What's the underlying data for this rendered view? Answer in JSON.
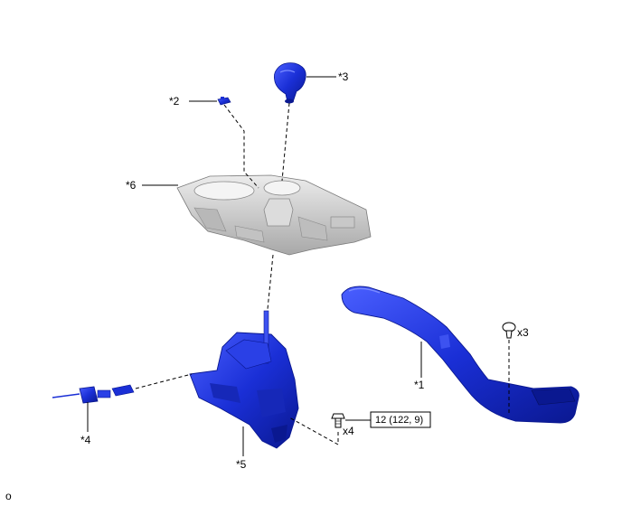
{
  "diagram": {
    "labels": {
      "l1": "*1",
      "l2": "*2",
      "l3": "*3",
      "l4": "*4",
      "l5": "*5",
      "l6": "*6"
    },
    "quantities": {
      "clip_qty": "x3",
      "bolt_qty": "x4"
    },
    "torque_spec": "12 (122, 9)",
    "corner_mark": "o"
  },
  "colors": {
    "part_blue": "#1a2fd6",
    "part_blue_dark": "#0a1890",
    "part_blue_light": "#5d72ff",
    "panel_gray": "#d8d8d8",
    "panel_gray_dark": "#9a9a9a",
    "line": "#000000"
  }
}
